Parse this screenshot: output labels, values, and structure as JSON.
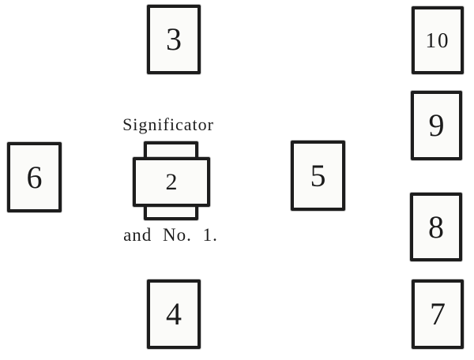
{
  "diagram": {
    "caption_top": "Significator",
    "caption_bottom": "and No. 1.",
    "cards": {
      "c2": "2",
      "c3": "3",
      "c4": "4",
      "c5": "5",
      "c6": "6",
      "c7": "7",
      "c8": "8",
      "c9": "9",
      "c10": "10"
    },
    "colors": {
      "ink": "#1d1d1d",
      "card_fill": "#fbfbf9",
      "background": "#ffffff"
    }
  }
}
